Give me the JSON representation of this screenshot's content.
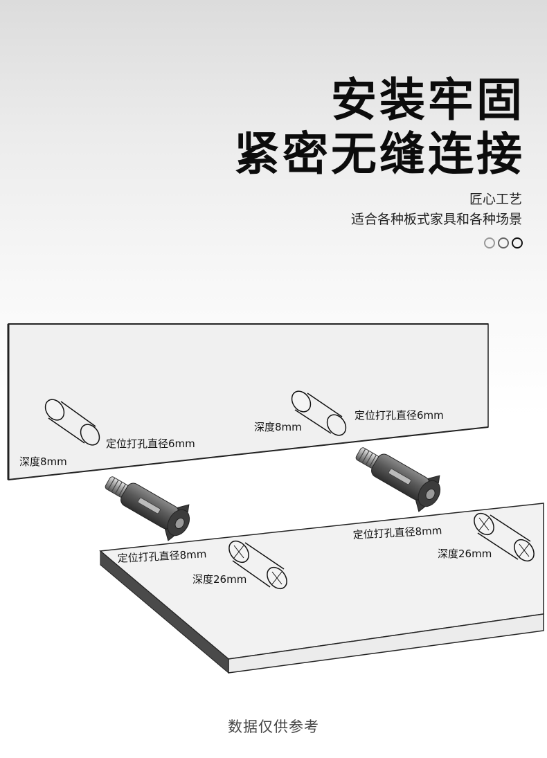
{
  "headline": {
    "line1": "安装牢固",
    "line2": "紧密无缝连接"
  },
  "subtitle": {
    "line1": "匠心工艺",
    "line2": "适合各种板式家具和各种场景"
  },
  "diagram": {
    "upper_board": {
      "left_hole": {
        "depth": "深度8mm",
        "diameter": "定位打孔直径6mm"
      },
      "right_hole": {
        "depth": "深度8mm",
        "diameter": "定位打孔直径6mm"
      }
    },
    "lower_board": {
      "left_hole": {
        "depth": "深度26mm",
        "diameter": "定位打孔直径8mm"
      },
      "right_hole": {
        "depth": "深度26mm",
        "diameter": "定位打孔直径8mm"
      }
    }
  },
  "footer": {
    "note": "数据仅供参考"
  }
}
